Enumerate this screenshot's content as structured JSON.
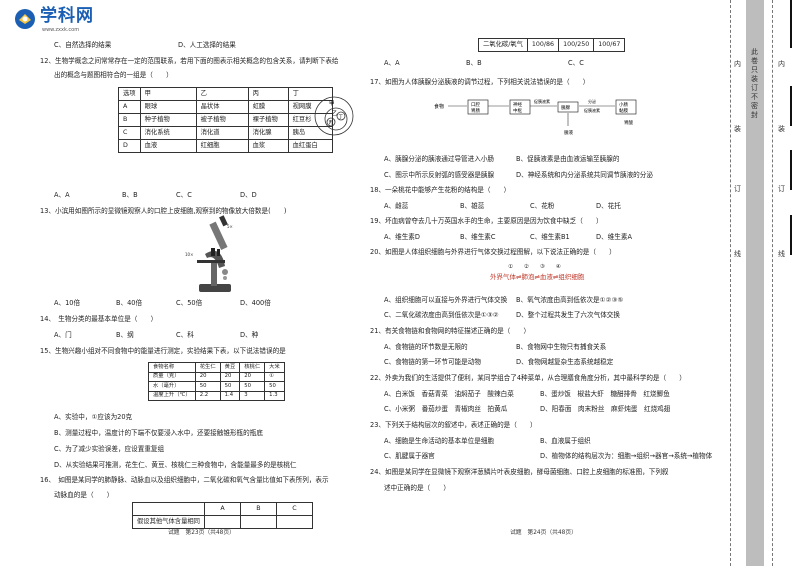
{
  "logo": {
    "name": "学科网",
    "url": "www.zxxk.com"
  },
  "left": {
    "q11_opts": [
      "C、自然选择的结果",
      "D、人工选择的结果"
    ],
    "q12_stem1": "12、生物学概念之间常常存在一定的范围联系，若用下面的图表示相关概念的包含关系，请判断下表给",
    "q12_stem2": "出的概念与题图相符合的一组是（　　）",
    "q12_table": [
      [
        "选项",
        "甲",
        "乙",
        "丙",
        "丁"
      ],
      [
        "A",
        "眼球",
        "晶状体",
        "虹膜",
        "视网膜"
      ],
      [
        "B",
        "种子植物",
        "被子植物",
        "裸子植物",
        "红豆杉"
      ],
      [
        "C",
        "消化系统",
        "消化道",
        "消化腺",
        "胰岛"
      ],
      [
        "D",
        "血液",
        "红细胞",
        "血浆",
        "血红蛋白"
      ]
    ],
    "venn_labels": [
      "甲",
      "乙",
      "丙",
      "丁"
    ],
    "q12_opts": [
      "A、A",
      "B、B",
      "C、C",
      "D、D"
    ],
    "q13_stem": "13、小滨用如图所示的显微镜观察人的口腔上皮细胞,观察到的物像放大倍数是(　　)",
    "q13_opts": [
      "A、10倍",
      "B、40倍",
      "C、50倍",
      "D、400倍"
    ],
    "q14_stem": "14、　生物分类的最基本单位是（　　）",
    "q14_opts": [
      "A、门",
      "B、纲",
      "C、科",
      "D、种"
    ],
    "q15_stem1": "15、生物兴趣小组对不同食物中的能量进行测定，实验结果下表，以下说法错误的是",
    "q15_table": [
      [
        "食物名称",
        "花生仁",
        "黄豆",
        "核桃仁",
        "大米"
      ],
      [
        "质量（克）",
        "20",
        "20",
        "20",
        "①"
      ],
      [
        "水（毫升）",
        "50",
        "50",
        "50",
        "50"
      ],
      [
        "温度上升（℃）",
        "2.2",
        "1.4",
        "3",
        "1.3"
      ]
    ],
    "q15_opts": [
      "A、实验中，①应该为20克",
      "B、测量过程中，温度计的下端不仅要浸入水中，还要接触锥形瓶的瓶底",
      "C、为了减少实验误差，应设置重复组",
      "D、从实验结果可推测，花生仁、黄豆、核桃仁三种食物中，含能量最多的是核桃仁"
    ],
    "q16_stem1": "16、　如图是某同学的肺静脉、动脉血以及组织细胞中，二氧化碳和氧气含量比值如下表所列，表示",
    "q16_stem2": "动脉血的是（　　）",
    "q16_table": [
      [
        "",
        "A",
        "B",
        "C"
      ],
      [
        "假设其他气体含量相同",
        "",
        " ",
        ""
      ]
    ],
    "footer": "试题　第23页（共48页）"
  },
  "right": {
    "top_table": [
      [
        "二氧化碳/氧气",
        "100/86",
        "100/250",
        "100/67"
      ]
    ],
    "top_opts": [
      "A、A",
      "B、B",
      "C、C"
    ],
    "q17_stem": "17、如图为人体胰腺分泌胰液的调节过程，下列相关说法错误的是（　　）",
    "pancreas": {
      "food": "食物",
      "b1": "口腔\n胃肠",
      "b2": "神经\n中枢",
      "b3": "胰腺",
      "b4": "小肠\n黏膜",
      "t1": "促胰液素",
      "t2": "分泌\n促胰液素",
      "t3": "胰液",
      "t4": "胃酸"
    },
    "q17_opts": [
      "A、胰腺分泌的胰液通过导管进入小肠",
      "B、促胰液素是由血液运输至胰腺的",
      "C、图示中所示反射弧的感受器是胰腺",
      "D、神经系统和内分泌系统共同调节胰液的分泌"
    ],
    "q18_stem": "18、一朵桃花中能够产生花粉的结构是（　　）",
    "q18_opts": [
      "A、雌蕊",
      "B、雄蕊",
      "C、花粉",
      "D、花托"
    ],
    "q19_stem": "19、坏血病曾夺去几十万英国水手的生命，主要原因是因为饮食中缺乏（　　）",
    "q19_opts": [
      "A、维生素D",
      "B、维生素C",
      "C、维生素B1",
      "D、维生素A"
    ],
    "q20_stem": "20、如图是人体组织细胞与外界进行气体交换过程图解，以下说法正确的是（　　）",
    "resp": {
      "nums": "①　　②　　③　　④",
      "text": "外界气体⇌肺泡⇌血液⇌组织细胞"
    },
    "q20_opts": [
      "A、组织细胞可以直接与外界进行气体交换",
      "B、氧气浓度由高到低依次是①②③⑤",
      "C、二氧化碳浓度由高到低依次是①③②",
      "D、整个过程共发生了六次气体交换"
    ],
    "q21_stem": "21、有关食物链和食物网的特征描述正确的是（　　）",
    "q21_opts": [
      "A、食物链的环节数是无限的",
      "B、食物网中生物只有捕食关系",
      "C、食物链的第一环节可能是动物",
      "D、食物网越复杂生态系统越稳定"
    ],
    "q22_stem": "22、外卖为我们的生活提供了便利，某同学组合了4种菜单，从合理膳食角度分析，其中最科学的是（　　）",
    "q22_opts": [
      "A、白米饭　香菇青菜　油焖茄子　酸辣白菜",
      "B、蛋炒饭　椒盐大虾　糖醋排骨　红烧鲫鱼",
      "C、小米粥　番茄炒蛋　青椒肉丝　拍黄瓜",
      "D、阳春面　肉末粉丝　麻虾炖蛋　红烧鸡翅"
    ],
    "q23_stem": "23、下列关于结构层次的叙述中，表述正确的是（　　）",
    "q23_opts": [
      "A、细胞是生命活动的基本单位是细胞",
      "B、血液属于组织",
      "C、肌腱属于器官",
      "D、植物体的结构层次为：细胞→组织→器官→系统→植物体"
    ],
    "q24_stem1": "24、如图是某同学在显微镜下观察洋葱鳞片叶表皮细胞，酵母菌细胞、口腔上皮细胞的标准图，下列叙",
    "q24_stem2": "述中正确的是（　　）",
    "footer": "试题　第24页（共48页）"
  },
  "margin": {
    "seal": "此卷只装订不密封",
    "labels": [
      "内",
      "装",
      "订",
      "线"
    ]
  }
}
